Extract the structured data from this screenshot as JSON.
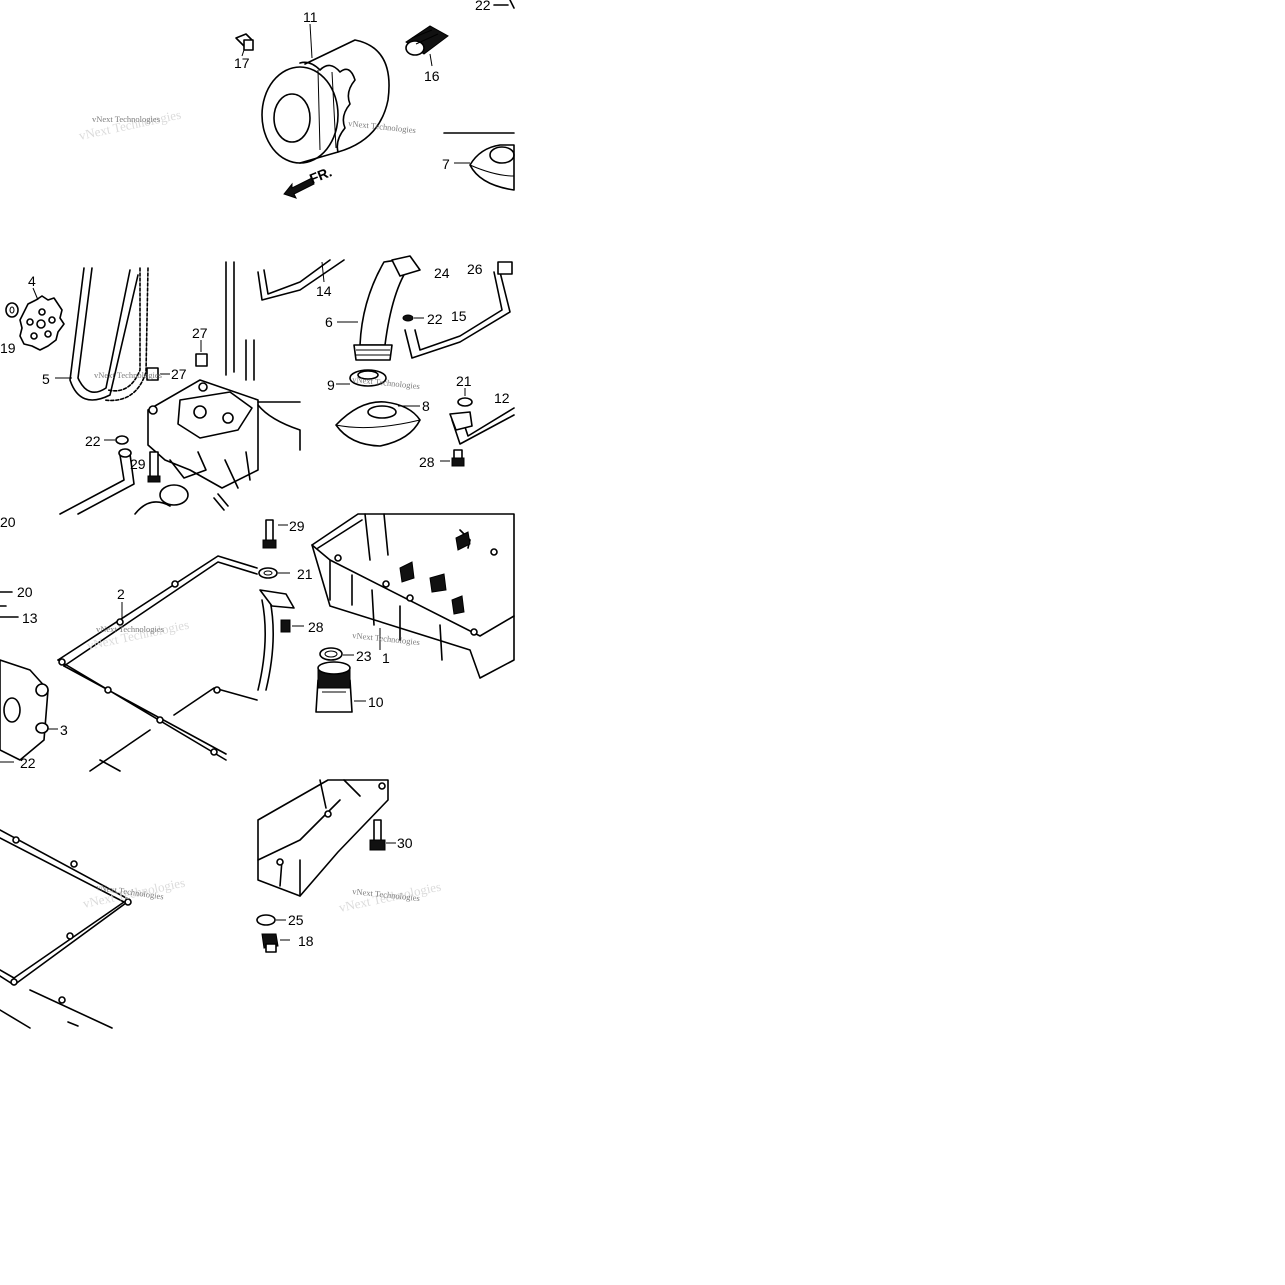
{
  "watermark": "vNext Technologies",
  "front_marker": "FR.",
  "tiles": {
    "tile_1": {
      "labels": {
        "l11": "11",
        "l17": "17",
        "l16": "16",
        "l22": "22",
        "l7": "7"
      }
    },
    "tile_2": {
      "labels": {
        "l4": "4",
        "l19": "19",
        "l5": "5",
        "l27a": "27",
        "l27b": "27",
        "l22": "22",
        "l29": "29"
      }
    },
    "tile_3": {
      "labels": {
        "l14": "14",
        "l24": "24",
        "l26": "26",
        "l6": "6",
        "l22": "22",
        "l15": "15",
        "l9": "9",
        "l8": "8",
        "l21": "21",
        "l12": "12",
        "l28": "28"
      }
    },
    "tile_4": {
      "labels": {
        "l20a": "20",
        "l20b": "20",
        "l13": "13",
        "l2": "2",
        "l3": "3",
        "l22": "22"
      }
    },
    "tile_5": {
      "labels": {
        "l29": "29",
        "l21": "21",
        "l28": "28",
        "l23": "23",
        "l1": "1",
        "l10": "10"
      }
    },
    "tile_6": {
      "labels": {}
    },
    "tile_7": {
      "labels": {
        "l30": "30",
        "l25": "25",
        "l18": "18"
      }
    }
  }
}
